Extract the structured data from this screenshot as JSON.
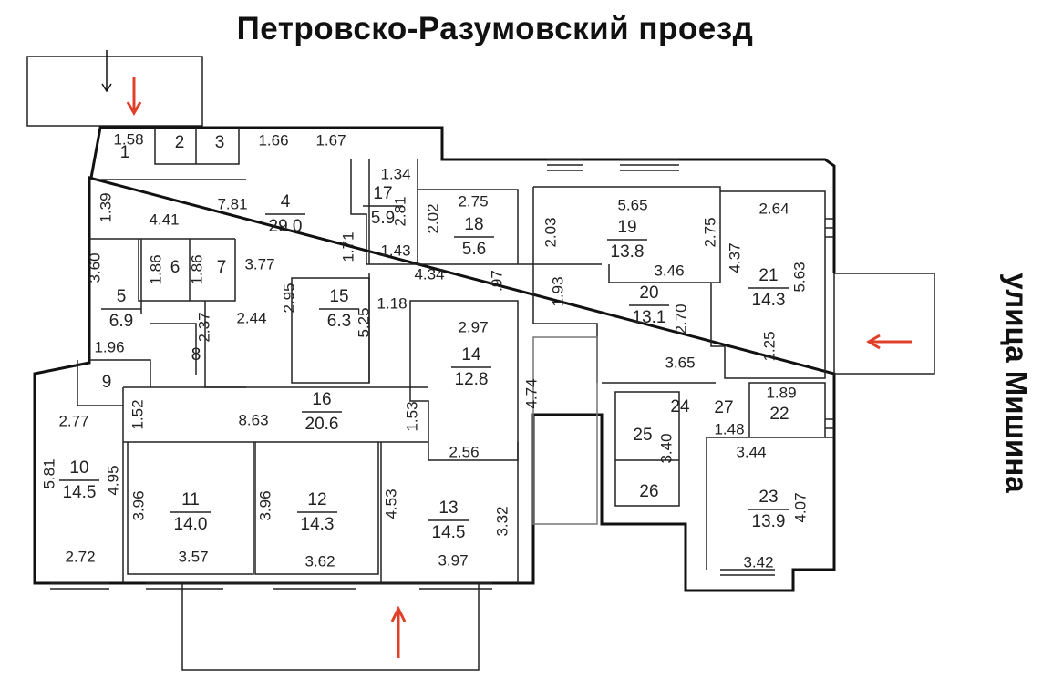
{
  "street_top": "Петровско-Разумовский проезд",
  "street_right": "улица Мишина",
  "colors": {
    "arrow": "#e0402a",
    "wall": "#111111"
  },
  "rooms": [
    {
      "number": "1",
      "area": ""
    },
    {
      "number": "2",
      "area": ""
    },
    {
      "number": "3",
      "area": ""
    },
    {
      "number": "4",
      "area": "29.0"
    },
    {
      "number": "5",
      "area": "6.9"
    },
    {
      "number": "6",
      "area": ""
    },
    {
      "number": "7",
      "area": ""
    },
    {
      "number": "8",
      "area": ""
    },
    {
      "number": "9",
      "area": ""
    },
    {
      "number": "10",
      "area": "14.5"
    },
    {
      "number": "11",
      "area": "14.0"
    },
    {
      "number": "12",
      "area": "14.3"
    },
    {
      "number": "13",
      "area": "14.5"
    },
    {
      "number": "14",
      "area": "12.8"
    },
    {
      "number": "15",
      "area": "6.3"
    },
    {
      "number": "16",
      "area": "20.6"
    },
    {
      "number": "17",
      "area": "5.9"
    },
    {
      "number": "18",
      "area": "5.6"
    },
    {
      "number": "19",
      "area": "13.8"
    },
    {
      "number": "20",
      "area": "13.1"
    },
    {
      "number": "21",
      "area": "14.3"
    },
    {
      "number": "22",
      "area": ""
    },
    {
      "number": "23",
      "area": "13.9"
    },
    {
      "number": "24",
      "area": ""
    },
    {
      "number": "25",
      "area": ""
    },
    {
      "number": "26",
      "area": ""
    },
    {
      "number": "27",
      "area": ""
    }
  ],
  "dimensions": [
    "1.58",
    "1.66",
    "1.67",
    "1.34",
    "1.39",
    "7.81",
    "4.41",
    "2.81",
    "2.02",
    "2.75",
    "1.71",
    "1.86",
    "1.86",
    "3.77",
    "1.43",
    "4.34",
    ".97",
    "3.60",
    "1.18",
    "2.95",
    "5.25",
    "2.44",
    "2.37",
    "2.97",
    "1.96",
    "4.74",
    "1.52",
    "1.53",
    "8.63",
    "2.77",
    "2.56",
    "5.81",
    "4.95",
    "3.96",
    "3.96",
    "4.53",
    "3.32",
    "2.72",
    "3.57",
    "3.62",
    "3.97",
    "5.65",
    "2.03",
    "2.75",
    "2.64",
    "4.37",
    "5.63",
    "3.46",
    "1.93",
    "2.70",
    "1.25",
    "3.65",
    "3.40",
    "1.48",
    "3.44",
    "4.07",
    "3.42",
    "1.89"
  ]
}
